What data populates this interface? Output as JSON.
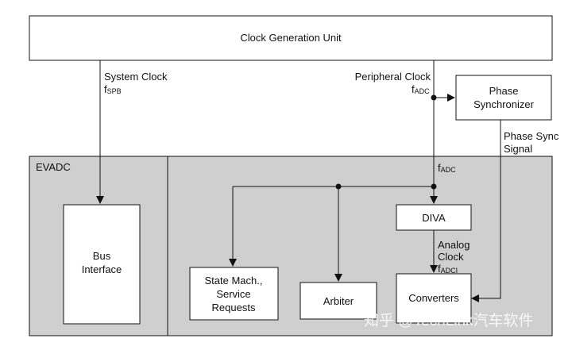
{
  "diagram": {
    "clock_unit": "Clock Generation Unit",
    "system_clock": {
      "line1": "System Clock",
      "f": "f",
      "sub": "SPB"
    },
    "peripheral_clock": {
      "line1": "Peripheral Clock",
      "f": "f",
      "sub": "ADC"
    },
    "phase_sync": {
      "line1": "Phase",
      "line2": "Synchronizer"
    },
    "phase_sync_signal": {
      "line1": "Phase Sync",
      "line2": "Signal"
    },
    "evadc_label": "EVADC",
    "fadc": {
      "f": "f",
      "sub": "ADC"
    },
    "bus_interface": {
      "line1": "Bus",
      "line2": "Interface"
    },
    "diva": "DIVA",
    "analog_clock": {
      "line1": "Analog",
      "line2": "Clock",
      "f": "f",
      "sub": "ADCI"
    },
    "state_machine": {
      "line1": "State Mach.,",
      "line2": "Service",
      "line3": "Requests"
    },
    "arbiter": "Arbiter",
    "converters": "Converters"
  },
  "watermark": "知乎 @TechLink汽车软件",
  "colors": {
    "block_fill": "#cfcfcf",
    "line": "#111111",
    "box": "#ffffff"
  }
}
